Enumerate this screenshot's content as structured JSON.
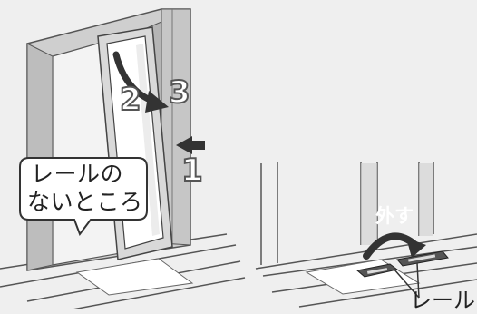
{
  "left_panel": {
    "callout": {
      "line1": "レールの",
      "line2": "ないところ"
    },
    "steps": {
      "step_1": "1",
      "step_2": "2",
      "step_3": "3"
    }
  },
  "right_panel": {
    "remove_label": "外す",
    "rail_label": "レール"
  }
}
